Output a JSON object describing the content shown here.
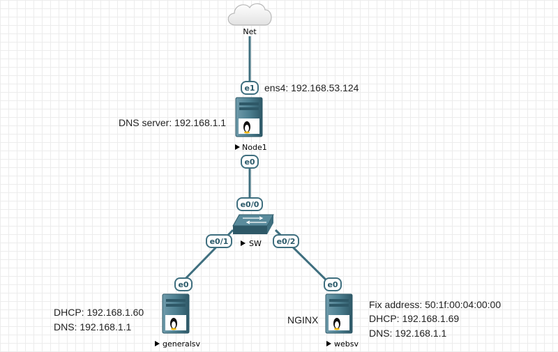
{
  "colors": {
    "link": "#3f6f7f",
    "device_fill": "#4d7f90",
    "device_dark": "#2e5867",
    "port_fill": "#ffffff",
    "port_stroke": "#3f6f7f",
    "cloud_fill": "#f0f0f0",
    "cloud_stroke": "#b8b8b8"
  },
  "nodes": {
    "net": {
      "label": "Net",
      "icon": "cloud-icon"
    },
    "node1": {
      "label": "Node1",
      "icon": "linux-server-icon"
    },
    "sw": {
      "label": "SW",
      "icon": "switch-icon"
    },
    "generalsv": {
      "label": "generalsv",
      "icon": "linux-server-icon"
    },
    "websv": {
      "label": "websv",
      "icon": "linux-server-icon"
    }
  },
  "ports": {
    "node1_e1": "e1",
    "node1_e0": "e0",
    "sw_e0_0": "e0/0",
    "sw_e0_1": "e0/1",
    "sw_e0_2": "e0/2",
    "generalsv_e0": "e0",
    "websv_e0": "e0"
  },
  "notes": {
    "ens4": "ens4: 192.168.53.124",
    "dns_server": "DNS server: 192.168.1.1",
    "generalsv_dhcp": "DHCP: 192.168.1.60",
    "generalsv_dns": "DNS: 192.168.1.1",
    "nginx": "NGINX",
    "websv_fix": "Fix address:  50:1f:00:04:00:00",
    "websv_dhcp": "DHCP: 192.168.1.69",
    "websv_dns": "DNS: 192.168.1.1"
  }
}
